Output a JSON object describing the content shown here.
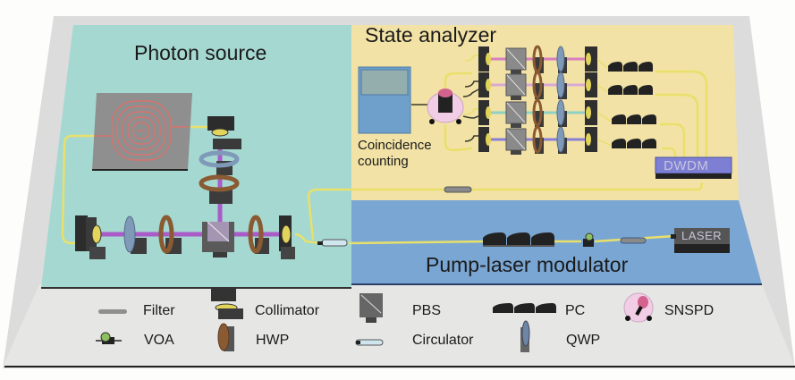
{
  "diagram": {
    "regions": [
      {
        "id": "photon-source",
        "title": "Photon source",
        "color": "#a5d8d1"
      },
      {
        "id": "state-analyzer",
        "title": "State analyzer",
        "color": "#f2e2a6"
      },
      {
        "id": "pump-laser-modulator",
        "title": "Pump-laser modulator",
        "color": "#7aa6d4"
      }
    ],
    "platform_color": "#dcdcdc",
    "coincidence_counting_label_line1": "Coincidence",
    "coincidence_counting_label_line2": "counting",
    "dwdm_label": "DWDM",
    "laser_label": "LASER",
    "fiber_color": "#e8e06a",
    "beam_colors": {
      "main": "#a95cc8",
      "row1": "#d77fc0",
      "row2": "#d9a9d6",
      "row3": "#8fd1c4",
      "row4": "#8a7fd6"
    },
    "component_colors": {
      "hwp": "#8a5a32",
      "qwp": "#7f9ab8",
      "mount": "#3a3a3a",
      "pbs": "#8a8a8a",
      "snspd_outer": "#f1cde6",
      "snspd_inner": "#d4628f",
      "dwdm": "#7c7fd4",
      "chip": "#8f8f8f",
      "waveguide": "#d7746e"
    }
  },
  "legend": {
    "items": [
      {
        "icon": "filter-icon",
        "label": "Filter"
      },
      {
        "icon": "collimator-icon",
        "label": "Collimator"
      },
      {
        "icon": "pbs-icon",
        "label": "PBS"
      },
      {
        "icon": "pc-icon",
        "label": "PC"
      },
      {
        "icon": "snspd-icon",
        "label": "SNSPD"
      },
      {
        "icon": "voa-icon",
        "label": "VOA"
      },
      {
        "icon": "hwp-icon",
        "label": "HWP"
      },
      {
        "icon": "circulator-icon",
        "label": "Circulator"
      },
      {
        "icon": "qwp-icon",
        "label": "QWP"
      }
    ]
  }
}
